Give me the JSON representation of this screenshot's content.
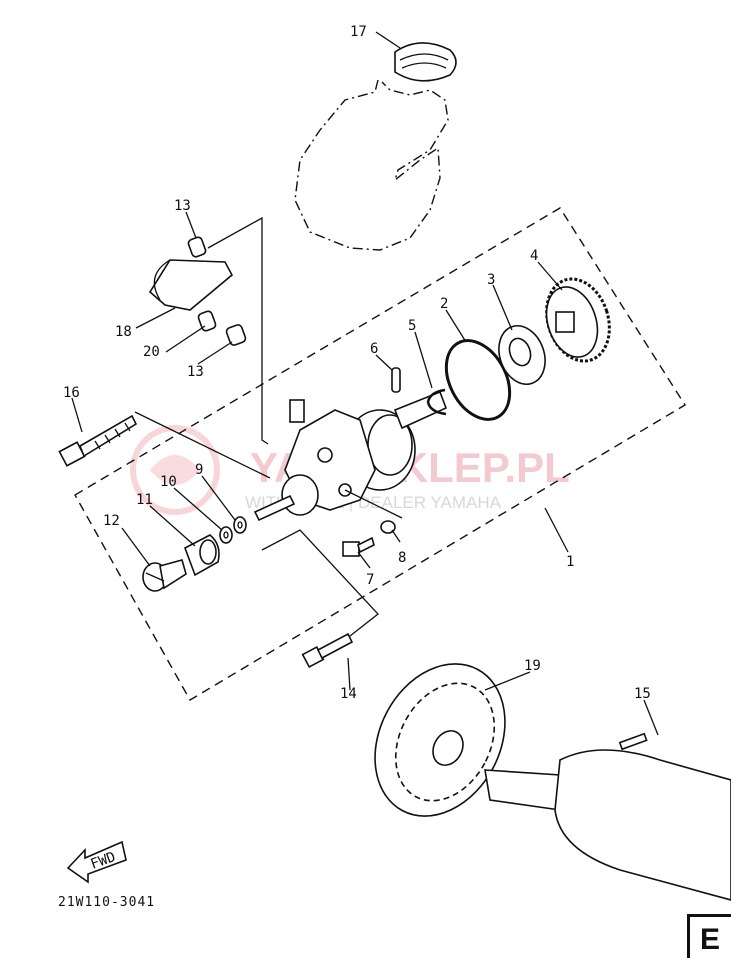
{
  "callouts": [
    "1",
    "2",
    "3",
    "4",
    "5",
    "6",
    "7",
    "8",
    "9",
    "10",
    "11",
    "12",
    "13",
    "13",
    "14",
    "15",
    "16",
    "17",
    "18",
    "19",
    "20"
  ],
  "fwd_label": "FWD",
  "diagram_code": "21W110-3041",
  "watermark": {
    "brand": "YAMASKLEP.PL",
    "tagline": "WITKOWICZ | DEALER YAMAHA"
  },
  "corner_badge": "E",
  "colors": {
    "ink": "#111111",
    "watermark": "#e9a0a8",
    "background": "#ffffff"
  }
}
